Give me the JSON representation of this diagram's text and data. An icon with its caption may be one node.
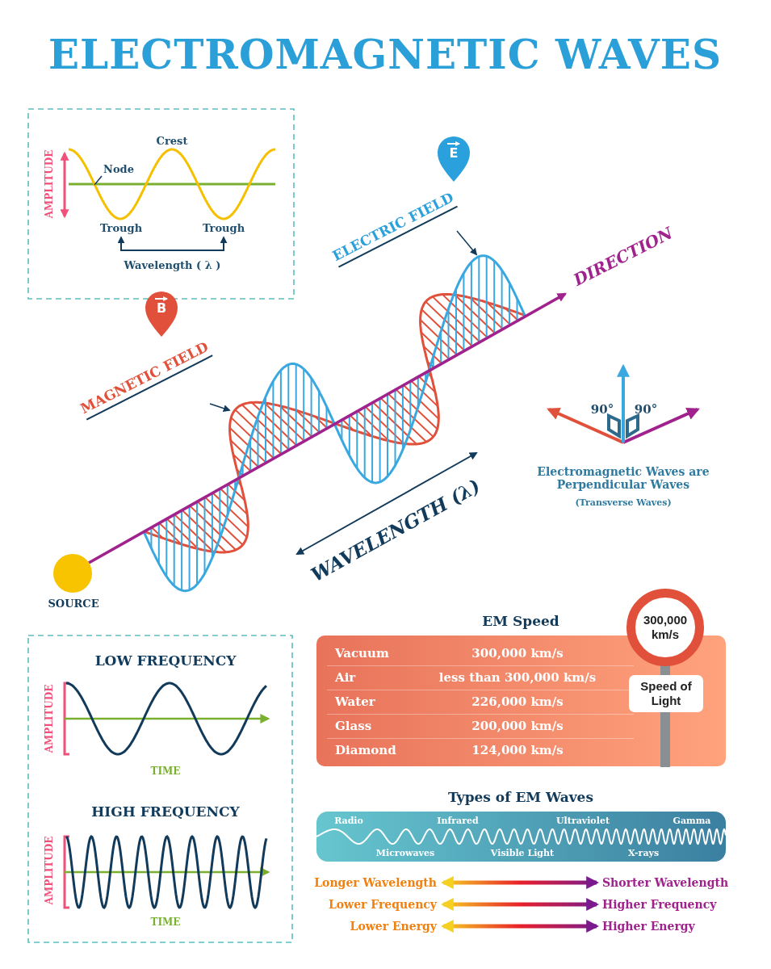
{
  "diagram": {
    "title": "ELECTROMAGNETIC WAVES",
    "nodes": [
      {
        "text": [
          "Node"
        ]
      },
      {
        "text": [
          "Trough"
        ]
      },
      {
        "text": [
          "Trough"
        ]
      },
      {
        "text": [
          "B"
        ]
      },
      {
        "text": [
          "MAGNETIC FIELD"
        ]
      },
      {
        "text": [
          "E"
        ]
      },
      {
        "text": [
          "ELECTRIC FIELD"
        ]
      },
      {
        "text": [],
        "shape": "circle",
        "beside": [
          "SOURCE"
        ]
      },
      {
        "text": [
          "DIRECTION"
        ]
      },
      {
        "text": [
          "300,000 km/s"
        ]
      },
      {
        "text": [
          "Speed of Light"
        ]
      },
      {
        "text": [
          "Radio",
          "Infrared",
          "Ultraviolet",
          "Gamma",
          "Microwaves",
          "Visible Light",
          "X-rays"
        ]
      },
      {
        "text": [
          "Longer Wavelength"
        ]
      },
      {
        "text": [
          "Shorter Wavelength"
        ]
      },
      {
        "text": [
          "Lower Frequency"
        ]
      },
      {
        "text": [
          "Higher Frequency"
        ]
      },
      {
        "text": [
          "Lower Energy"
        ]
      },
      {
        "text": [
          "Higher Energy"
        ]
      }
    ],
    "edges": [
      {
        "from": 0,
        "to": null,
        "arrow": "none"
      },
      {
        "from": 1,
        "to": 2,
        "arrow": "both",
        "label": "Wavelength ( λ )"
      },
      {
        "from": 4,
        "to": null,
        "arrow": "to"
      },
      {
        "from": 6,
        "to": null,
        "arrow": "to"
      },
      {
        "from": 7,
        "to": 8,
        "arrow": "to",
        "style": "thick",
        "color": "#a0228c"
      },
      {
        "from": 12,
        "to": 13,
        "arrow": "both"
      },
      {
        "from": 14,
        "to": 15,
        "arrow": "both"
      },
      {
        "from": 16,
        "to": 17,
        "arrow": "both"
      }
    ],
    "labels": [
      "AMPLITUDE",
      "Crest",
      "90°",
      "90°",
      "Electromagnetic Waves are Perpendicular Waves",
      "(Transverse Waves)",
      "WAVELENGTH (λ)",
      "EM Speed",
      "Vacuum",
      "300,000 km/s",
      "Air",
      "less than 300,000 km/s",
      "Water",
      "226,000 km/s",
      "Glass",
      "200,000 km/s",
      "Diamond",
      "124,000 km/s",
      "LOW FREQUENCY",
      "AMPLITUDE",
      "TIME",
      "HIGH FREQUENCY",
      "AMPLITUDE",
      "TIME",
      "Types of EM Waves"
    ]
  }
}
